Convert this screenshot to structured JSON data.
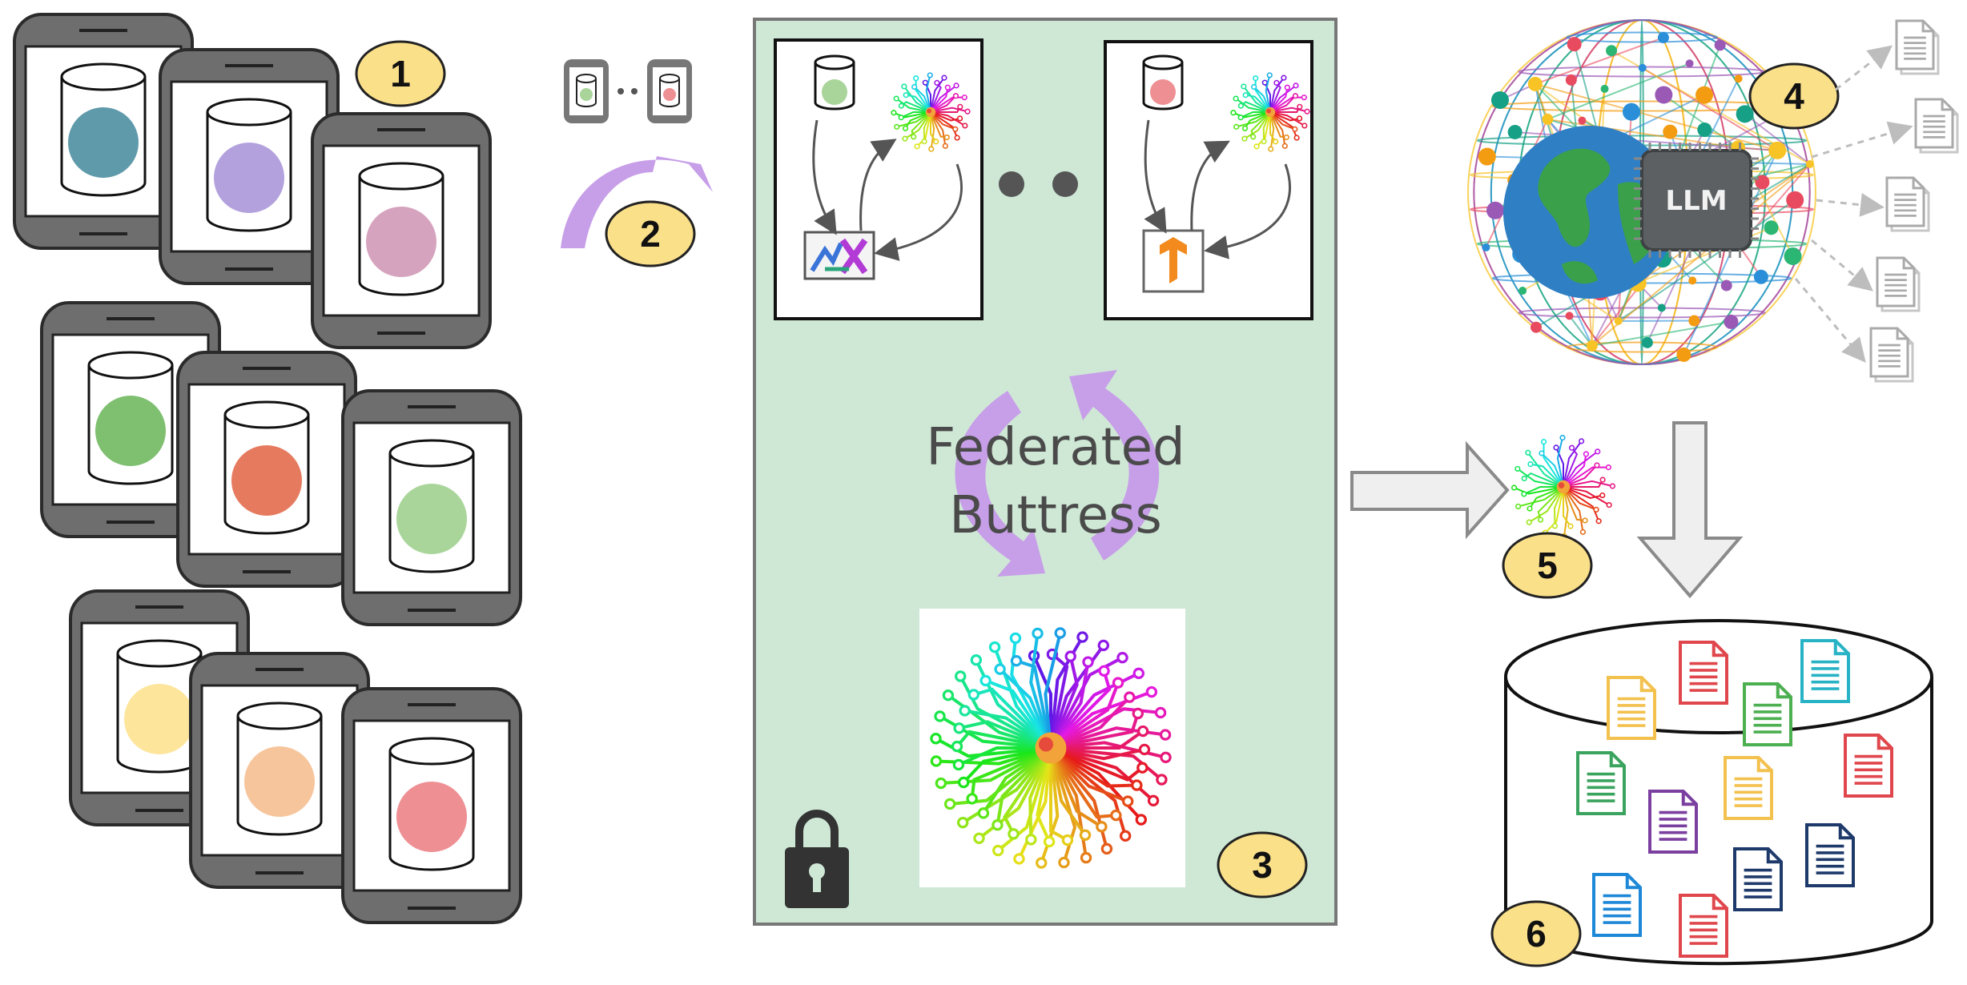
{
  "center": {
    "title_line1": "Federated",
    "title_line2": "Buttress"
  },
  "llm_chip": {
    "label": "LLM"
  },
  "badges": [
    "1",
    "2",
    "3",
    "4",
    "5",
    "6"
  ],
  "colors": {
    "panel_fill": "#cfe8d6",
    "panel_stroke": "#777777",
    "cycle_arrow": "#c79ee8",
    "badge_fill": "#fbe08a",
    "device_frame": "#6e6e6e",
    "big_arrow_fill": "#efefef",
    "big_arrow_stroke": "#8a8a8a"
  },
  "client_dots": [
    "#5f9aab",
    "#b3a1dd",
    "#d6a3be",
    "#7fbf70",
    "#e57a5e",
    "#a9d59a",
    "#fde59c",
    "#f7c59c",
    "#ee8f93"
  ],
  "doc_colors": [
    "#f2c14e",
    "#e0474c",
    "#4caf50",
    "#27b3c5",
    "#3aa35e",
    "#7b3fa0",
    "#f2c14e",
    "#e0474c",
    "#1e3a6b",
    "#1e88d8",
    "#e0474c",
    "#1e3a6b"
  ],
  "icons": {
    "framework_a": "jax-icon",
    "framework_b": "tensorflow-icon",
    "lock": "lock-icon",
    "brain": "circuit-brain-icon",
    "globe": "globe-network-icon",
    "document": "document-icon",
    "database": "database-icon"
  }
}
